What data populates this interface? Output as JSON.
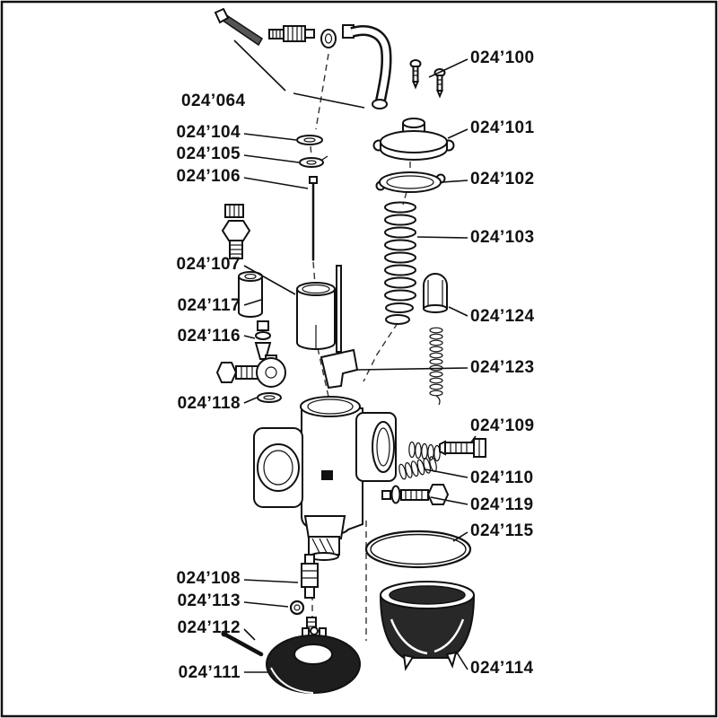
{
  "figure": {
    "type": "exploded-parts-diagram",
    "subject": "carburetor exploded view with part numbers",
    "colors": {
      "ink": "#111111",
      "paper": "#ffffff"
    }
  },
  "parts": {
    "p064": {
      "label": "024’064"
    },
    "p100": {
      "label": "024’100"
    },
    "p101": {
      "label": "024’101"
    },
    "p102": {
      "label": "024’102"
    },
    "p103": {
      "label": "024’103"
    },
    "p104": {
      "label": "024’104"
    },
    "p105": {
      "label": "024’105"
    },
    "p106": {
      "label": "024’106"
    },
    "p107": {
      "label": "024’107"
    },
    "p108": {
      "label": "024’108"
    },
    "p109": {
      "label": "024’109"
    },
    "p110": {
      "label": "024’110"
    },
    "p111": {
      "label": "024’111"
    },
    "p112": {
      "label": "024’112"
    },
    "p113": {
      "label": "024’113"
    },
    "p114": {
      "label": "024’114"
    },
    "p115": {
      "label": "024’115"
    },
    "p116": {
      "label": "024’116"
    },
    "p117": {
      "label": "024’117"
    },
    "p118": {
      "label": "024’118"
    },
    "p119": {
      "label": "024’119"
    },
    "p123": {
      "label": "024’123"
    },
    "p124": {
      "label": "024’124"
    }
  }
}
